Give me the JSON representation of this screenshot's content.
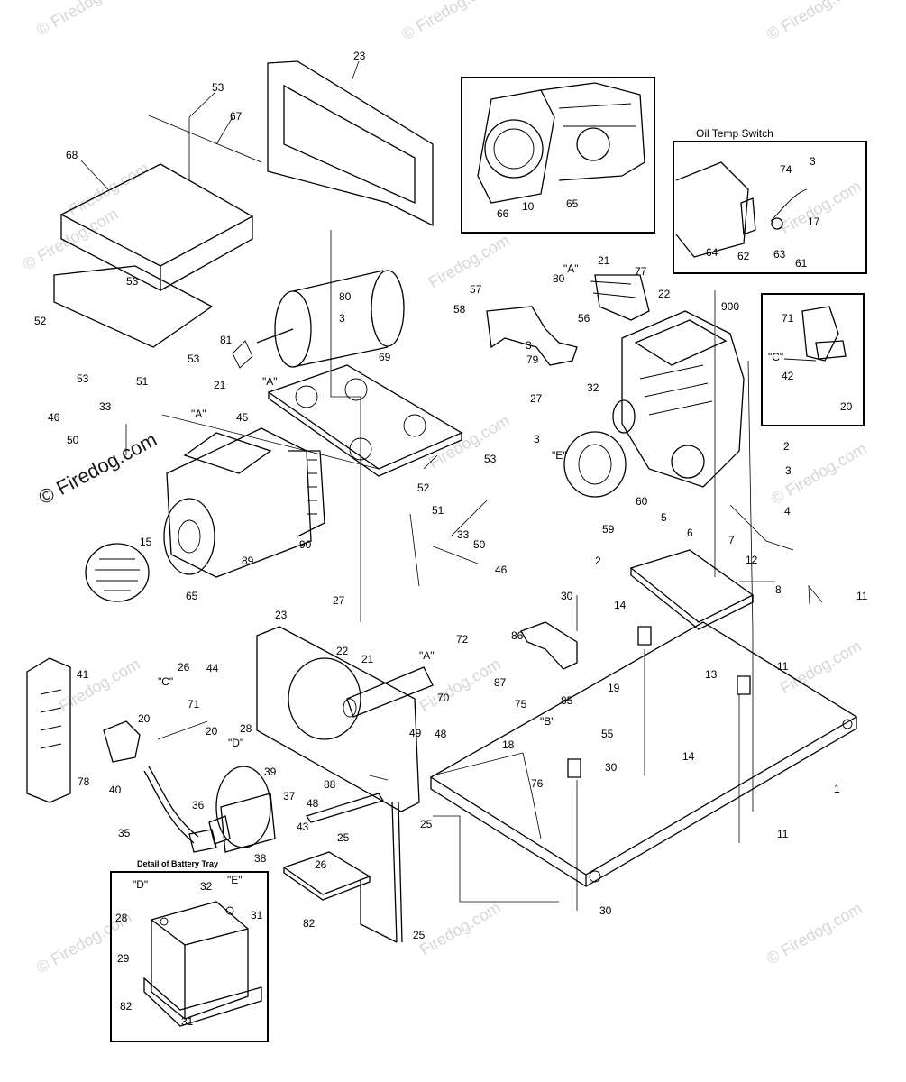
{
  "watermarks": {
    "copyright_text": "© Firedog.com",
    "site_text": "Firedog.com"
  },
  "insets": {
    "oil_temp_switch_label": "Oil Temp Switch",
    "battery_tray_label": "Detail of Battery Tray"
  },
  "callouts": [
    "23",
    "53",
    "67",
    "68",
    "80",
    "3",
    "57",
    "80",
    "58",
    "56",
    "77",
    "22",
    "900",
    "21",
    "\"A\"",
    "66",
    "10",
    "65",
    "3",
    "74",
    "17",
    "64",
    "62",
    "63",
    "61",
    "71",
    "\"C\"",
    "42",
    "20",
    "53",
    "52",
    "53",
    "81",
    "53",
    "69",
    "21",
    "\"A\"",
    "\"A\"",
    "45",
    "51",
    "79",
    "3",
    "32",
    "27",
    "3",
    "\"E\"",
    "33",
    "46",
    "50",
    "52",
    "53",
    "2",
    "3",
    "60",
    "59",
    "5",
    "4",
    "7",
    "6",
    "15",
    "89",
    "90",
    "65",
    "27",
    "51",
    "33",
    "50",
    "46",
    "12",
    "8",
    "11",
    "2",
    "30",
    "14",
    "13",
    "11",
    "86",
    "23",
    "22",
    "21",
    "\"A\"",
    "72",
    "41",
    "26",
    "44",
    "\"C\"",
    "71",
    "20",
    "20",
    "28",
    "\"D\"",
    "70",
    "49",
    "48",
    "87",
    "85",
    "75",
    "19",
    "55",
    "\"B\"",
    "18",
    "76",
    "14",
    "30",
    "1",
    "78",
    "40",
    "39",
    "88",
    "37",
    "43",
    "36",
    "35",
    "38",
    "48",
    "25",
    "25",
    "26",
    "82",
    "25",
    "11",
    "30",
    "\"D\"",
    "32",
    "\"E\"",
    "28",
    "31",
    "29",
    "82",
    "31"
  ]
}
